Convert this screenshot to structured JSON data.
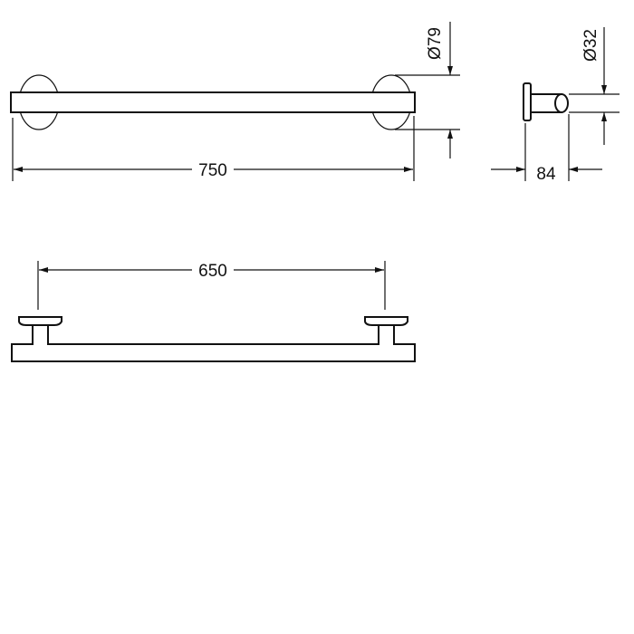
{
  "drawing": {
    "front_view": {
      "length_label": "750",
      "rosette_diameter_label": "Ø79"
    },
    "side_view": {
      "bar_diameter_label": "Ø32",
      "projection_label": "84"
    },
    "top_view": {
      "center_distance_label": "650"
    },
    "colors": {
      "line": "#111111",
      "background": "#ffffff"
    }
  }
}
